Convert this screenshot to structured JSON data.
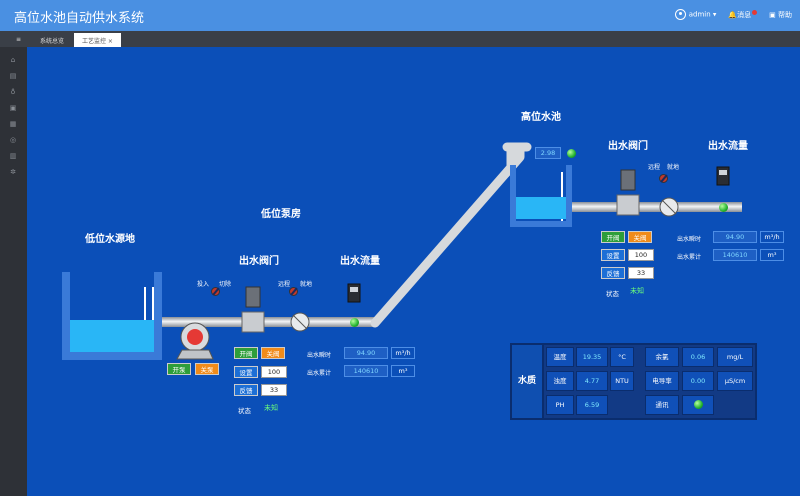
{
  "app": {
    "title": "高位水池自动供水系统"
  },
  "header": {
    "user": "admin ▾",
    "messages": "消息",
    "help": "帮助"
  },
  "tabs": {
    "home_icon": "≡",
    "overview": "系统总览",
    "process": "工艺监控 ×"
  },
  "sidebar": {
    "icons": [
      "home-icon",
      "doc-icon",
      "bulb-icon",
      "camera-icon",
      "image-icon",
      "settings-icon",
      "chart-icon",
      "gear-icon"
    ]
  },
  "scada": {
    "low_pool_title": "低位水源地",
    "pump_room_title": "低位泵房",
    "low_valve_title": "出水阀门",
    "low_flow_title": "出水流量",
    "high_pool_title": "高位水池",
    "high_valve_title": "出水阀门",
    "high_flow_title": "出水流量",
    "pump_modes": {
      "in": "投入",
      "cut": "切除"
    },
    "valve_modes": {
      "remote": "远程",
      "local": "就地"
    },
    "pump_buttons": {
      "start": "开泵",
      "stop": "关泵"
    },
    "high_level": "2.98",
    "low": {
      "open": "开阀",
      "close": "关阀",
      "set_label": "设置",
      "set_value": "100",
      "feedback_label": "反馈",
      "feedback_value": "33",
      "status_label": "状态",
      "status_value": "未知",
      "inst_label": "出水瞬时",
      "inst_value": "94.90",
      "inst_unit": "m³/h",
      "total_label": "出水累计",
      "total_value": "140610",
      "total_unit": "m³"
    },
    "high": {
      "open": "开阀",
      "close": "关阀",
      "set_label": "设置",
      "set_value": "100",
      "feedback_label": "反馈",
      "feedback_value": "33",
      "status_label": "状态",
      "status_value": "未知",
      "inst_label": "出水瞬时",
      "inst_value": "94.90",
      "inst_unit": "m³/h",
      "total_label": "出水累计",
      "total_value": "140610",
      "total_unit": "m³"
    },
    "water_quality": {
      "title": "水质",
      "temp_label": "温度",
      "temp_value": "19.35",
      "temp_unit": "°C",
      "turb_label": "浊度",
      "turb_value": "4.77",
      "turb_unit": "NTU",
      "ph_label": "PH",
      "ph_value": "6.59",
      "chlorine_label": "余氯",
      "chlorine_value": "0.06",
      "chlorine_unit": "mg/L",
      "cond_label": "电导率",
      "cond_value": "0.00",
      "cond_unit": "μS/cm",
      "comm_label": "通讯"
    }
  }
}
